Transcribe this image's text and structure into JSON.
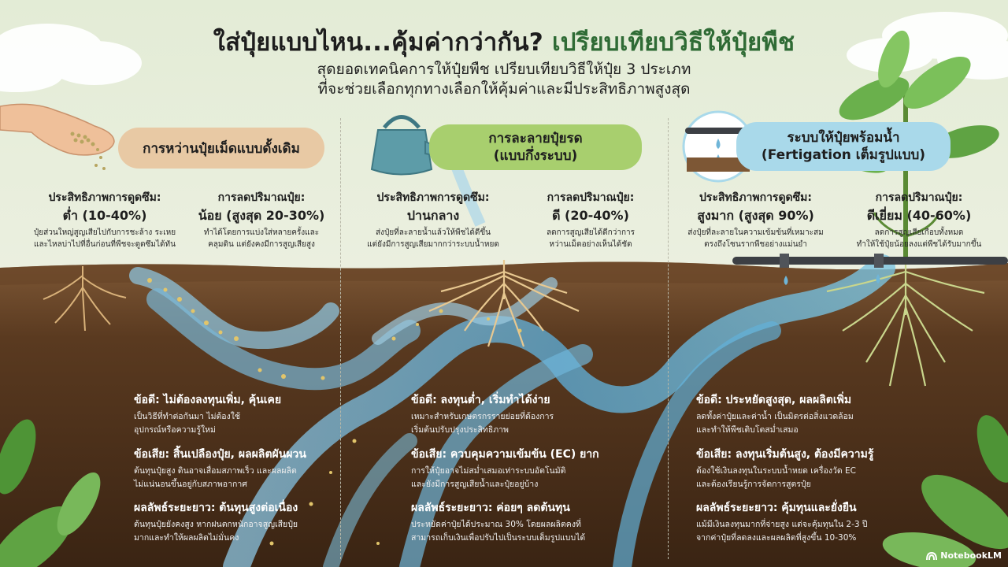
{
  "header": {
    "title_main": "ใส่ปุ๋ยแบบไหน...คุ้มค่ากว่ากัน?",
    "title_accent": "เปรียบเทียบวิธีให้ปุ๋ยพืช",
    "subtitle_line1": "สุดยอดเทคนิคการให้ปุ๋ยพืช เปรียบเทียบวิธีให้ปุ๋ย 3 ประเภท",
    "subtitle_line2": "ที่จะช่วยเลือกทุกทางเลือกให้คุ้มค่าและมีประสิทธิภาพสูงสุด"
  },
  "methods": [
    {
      "title_line1": "การหว่านปุ๋ยเม็ดแบบดั้งเดิม",
      "title_line2": "",
      "color": "#e8c9a4",
      "stats": [
        {
          "label": "ประสิทธิภาพการดูดซึม:",
          "value": "ต่ำ (10-40%)",
          "desc1": "ปุ๋ยส่วนใหญ่สูญเสียไปกับการชะล้าง ระเหย",
          "desc2": "และไหลบ่าไปที่อื่นก่อนที่พืชจะดูดซึมได้ทัน"
        },
        {
          "label": "การลดปริมาณปุ๋ย:",
          "value": "น้อย (สูงสุด 20-30%)",
          "desc1": "ทำได้โดยการแบ่งใส่หลายครั้งและ",
          "desc2": "คลุมดิน แต่ยังคงมีการสูญเสียสูง"
        }
      ],
      "points": [
        {
          "title": "ข้อดี: ไม่ต้องลงทุนเพิ่ม, คุ้นเคย",
          "line1": "เป็นวิธีที่ทำต่อกันมา ไม่ต้องใช้",
          "line2": "อุปกรณ์หรือความรู้ใหม่"
        },
        {
          "title": "ข้อเสีย: สิ้นเปลืองปุ๋ย, ผลผลิตผันผวน",
          "line1": "ต้นทุนปุ๋ยสูง ดินอาจเสื่อมสภาพเร็ว และผลผลิต",
          "line2": "ไม่แน่นอนขึ้นอยู่กับสภาพอากาศ"
        },
        {
          "title": "ผลลัพธ์ระยะยาว: ต้นทุนสูงต่อเนื่อง",
          "line1": "ต้นทุนปุ๋ยยังคงสูง หากฝนตกหนักอาจสูญเสียปุ๋ย",
          "line2": "มากและทำให้ผลผลิตไม่มั่นคง"
        }
      ]
    },
    {
      "title_line1": "การละลายปุ๋ยรด",
      "title_line2": "(แบบกึ่งระบบ)",
      "color": "#a8cf6e",
      "stats": [
        {
          "label": "ประสิทธิภาพการดูดซึม:",
          "value": "ปานกลาง",
          "desc1": "ส่งปุ๋ยที่ละลายน้ำแล้วให้พืชได้ดีขึ้น",
          "desc2": "แต่ยังมีการสูญเสียมากกว่าระบบน้ำหยด"
        },
        {
          "label": "การลดปริมาณปุ๋ย:",
          "value": "ดี (20-40%)",
          "desc1": "ลดการสูญเสียได้ดีกว่าการ",
          "desc2": "หว่านเม็ดอย่างเห็นได้ชัด"
        }
      ],
      "points": [
        {
          "title": "ข้อดี: ลงทุนต่ำ, เริ่มทำได้ง่าย",
          "line1": "เหมาะสำหรับเกษตรกรรายย่อยที่ต้องการ",
          "line2": "เริ่มต้นปรับปรุงประสิทธิภาพ"
        },
        {
          "title": "ข้อเสีย: ควบคุมความเข้มข้น (EC) ยาก",
          "line1": "การให้ปุ๋ยอาจไม่สม่ำเสมอเท่าระบบอัตโนมัติ",
          "line2": "และยังมีการสูญเสียน้ำและปุ๋ยอยู่บ้าง"
        },
        {
          "title": "ผลลัพธ์ระยะยาว: ค่อยๆ ลดต้นทุน",
          "line1": "ประหยัดค่าปุ๋ยได้ประมาณ 30% โดยผลผลิตคงที่",
          "line2": "สามารถเก็บเงินเพื่อปรับไปเป็นระบบเต็มรูปแบบได้"
        }
      ]
    },
    {
      "title_line1": "ระบบให้ปุ๋ยพร้อมน้ำ",
      "title_line2": "(Fertigation เต็มรูปแบบ)",
      "color": "#a9d9ea",
      "stats": [
        {
          "label": "ประสิทธิภาพการดูดซึม:",
          "value": "สูงมาก (สูงสุด 90%)",
          "desc1": "ส่งปุ๋ยที่ละลายในความเข้มข้นที่เหมาะสม",
          "desc2": "ตรงถึงโซนรากพืชอย่างแม่นยำ"
        },
        {
          "label": "การลดปริมาณปุ๋ย:",
          "value": "ดีเยี่ยม (40-60%)",
          "desc1": "ลดการสูญเสียเกือบทั้งหมด",
          "desc2": "ทำให้ใช้ปุ๋ยน้อยลงแต่พืชได้รับมากขึ้น"
        }
      ],
      "points": [
        {
          "title": "ข้อดี: ประหยัดสูงสุด, ผลผลิตเพิ่ม",
          "line1": "ลดทั้งค่าปุ๋ยและค่าน้ำ เป็นมิตรต่อสิ่งแวดล้อม",
          "line2": "และทำให้พืชเติบโตสม่ำเสมอ"
        },
        {
          "title": "ข้อเสีย: ลงทุนเริ่มต้นสูง, ต้องมีความรู้",
          "line1": "ต้องใช้เงินลงทุนในระบบน้ำหยด เครื่องวัด EC",
          "line2": "และต้องเรียนรู้การจัดการสูตรปุ๋ย"
        },
        {
          "title": "ผลลัพธ์ระยะยาว: คุ้มทุนและยั่งยืน",
          "line1": "แม้มีเงินลงทุนมากที่จ่ายสูง แต่จะคุ้มทุนใน 2-3 ปี",
          "line2": "จากค่าปุ๋ยที่ลดลงและผลผลิตที่สูงขึ้น 10-30%"
        }
      ]
    }
  ],
  "brand": {
    "name": "NotebookLM",
    "icon": "notebooklm-logo-icon"
  },
  "colors": {
    "soil_top": "#7a5434",
    "soil_bottom": "#3a2512",
    "water": "#6fb5d8",
    "title_accent": "#2f6b35"
  }
}
